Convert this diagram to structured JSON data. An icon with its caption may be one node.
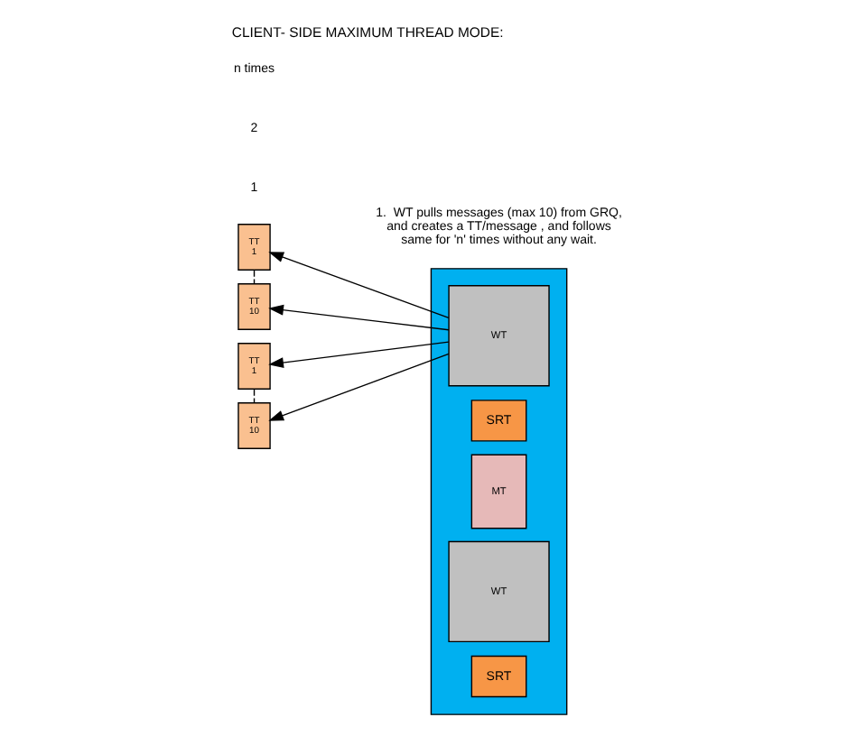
{
  "diagram": {
    "title": "CLIENT- SIDE MAXIMUM THREAD MODE:",
    "nodes": [
      {
        "text": [
          "TT",
          "1"
        ]
      },
      {
        "text": [
          "TT",
          "10"
        ]
      },
      {
        "text": [
          "TT",
          "1"
        ]
      },
      {
        "text": [
          "TT",
          "10"
        ]
      },
      {
        "text": [],
        "shape": "box"
      },
      {
        "text": [
          "WT"
        ],
        "in": 4
      },
      {
        "text": [
          "SRT"
        ],
        "in": 4
      },
      {
        "text": [
          "MT"
        ],
        "in": 4
      },
      {
        "text": [
          "WT"
        ],
        "in": 4
      },
      {
        "text": [
          "SRT"
        ],
        "in": 4
      }
    ],
    "edges": [
      {
        "from": 5,
        "to": 0,
        "arrow": "to"
      },
      {
        "from": 5,
        "to": 1,
        "arrow": "to"
      },
      {
        "from": 5,
        "to": 2,
        "arrow": "to"
      },
      {
        "from": 5,
        "to": 3,
        "arrow": "to"
      },
      {
        "from": 0,
        "to": 1,
        "arrow": "none",
        "style": "dashed"
      },
      {
        "from": 2,
        "to": 3,
        "arrow": "none",
        "style": "dashed"
      }
    ],
    "labels": [
      "1.  WT pulls messages (max 10) from GRQ,  and creates a TT/message , and follows same for 'n' times without any wait.",
      "1",
      "2",
      "n times"
    ]
  }
}
